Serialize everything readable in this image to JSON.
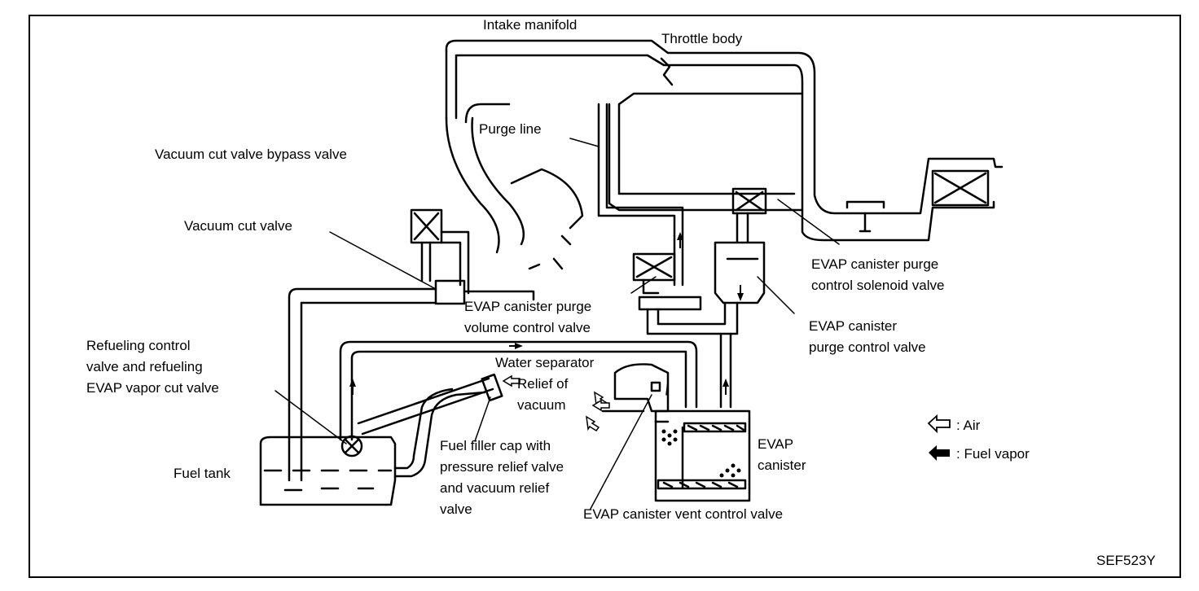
{
  "labels": {
    "intake_manifold": "Intake manifold",
    "throttle_body": "Throttle body",
    "purge_line": "Purge line",
    "vacuum_cut_bypass": "Vacuum cut valve bypass valve",
    "vacuum_cut_valve": "Vacuum cut valve",
    "purge_solenoid": [
      "EVAP canister purge",
      "control solenoid valve"
    ],
    "purge_volume": [
      "EVAP canister purge",
      "volume control valve"
    ],
    "purge_control": [
      "EVAP canister",
      "purge control valve"
    ],
    "refueling": [
      "Refueling control",
      "valve and refueling",
      "EVAP vapor cut valve"
    ],
    "water_separator": "Water separator",
    "relief_vacuum": [
      "Relief of",
      "vacuum"
    ],
    "fuel_filler_cap": [
      "Fuel filler cap with",
      "pressure relief valve",
      "and vacuum relief",
      "valve"
    ],
    "evap_canister": [
      "EVAP",
      "canister"
    ],
    "fuel_tank": "Fuel tank",
    "vent_control": "EVAP canister vent control valve",
    "figure_code": "SEF523Y"
  },
  "legend": {
    "air": ": Air",
    "fuel_vapor": ": Fuel vapor"
  }
}
